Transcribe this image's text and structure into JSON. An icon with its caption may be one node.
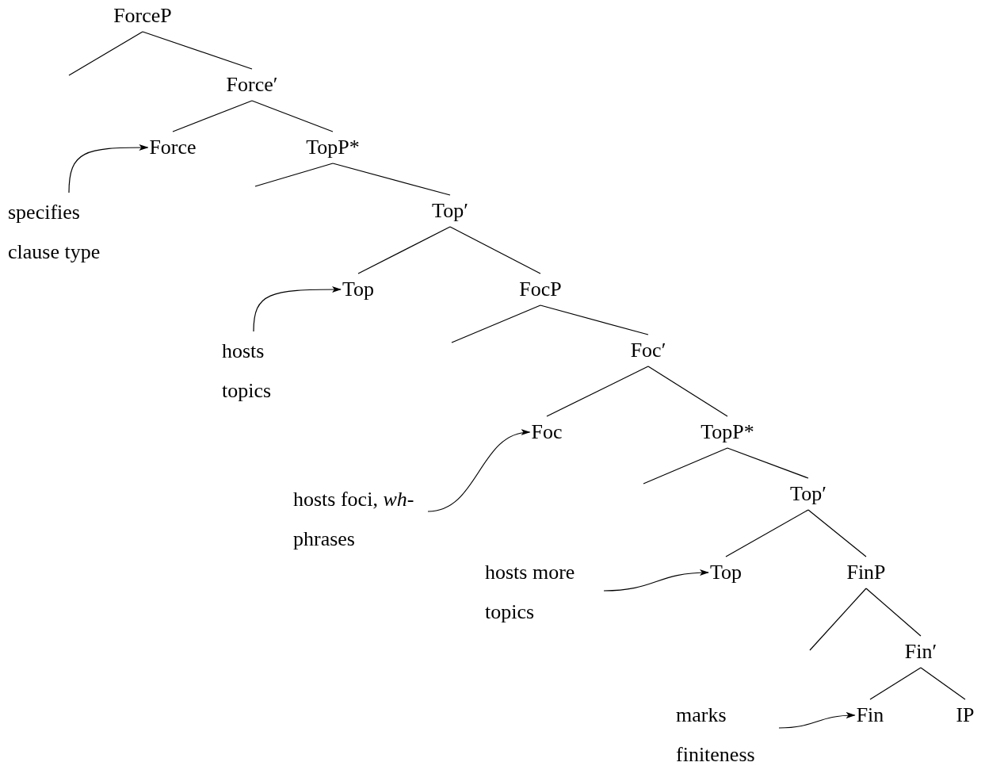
{
  "diagram": {
    "nodes": [
      {
        "text": [
          "ForceP"
        ]
      },
      {
        "text": [
          "Force′"
        ]
      },
      {
        "text": [
          "Force"
        ]
      },
      {
        "text": [
          "TopP*"
        ]
      },
      {
        "text": [
          "Top′"
        ]
      },
      {
        "text": [
          "Top"
        ]
      },
      {
        "text": [
          "FocP"
        ]
      },
      {
        "text": [
          "Foc′"
        ]
      },
      {
        "text": [
          "Foc"
        ]
      },
      {
        "text": [
          "TopP*"
        ]
      },
      {
        "text": [
          "Top′"
        ]
      },
      {
        "text": [
          "Top"
        ]
      },
      {
        "text": [
          "FinP"
        ]
      },
      {
        "text": [
          "Fin′"
        ]
      },
      {
        "text": [
          "Fin"
        ]
      },
      {
        "text": [
          "IP"
        ]
      },
      {
        "text": [
          "specifies clause type"
        ]
      },
      {
        "text": [
          "hosts topics"
        ]
      },
      {
        "text": [
          "hosts foci, *wh*-phrases"
        ]
      },
      {
        "text": [
          "hosts more topics"
        ]
      },
      {
        "text": [
          "marks finiteness"
        ]
      }
    ],
    "edges": [
      {
        "from": 0,
        "to": null,
        "arrow": "none"
      },
      {
        "from": 0,
        "to": 1,
        "arrow": "none"
      },
      {
        "from": 1,
        "to": 2,
        "arrow": "none"
      },
      {
        "from": 1,
        "to": 3,
        "arrow": "none"
      },
      {
        "from": 3,
        "to": null,
        "arrow": "none"
      },
      {
        "from": 3,
        "to": 4,
        "arrow": "none"
      },
      {
        "from": 4,
        "to": 5,
        "arrow": "none"
      },
      {
        "from": 4,
        "to": 6,
        "arrow": "none"
      },
      {
        "from": 6,
        "to": null,
        "arrow": "none"
      },
      {
        "from": 6,
        "to": 7,
        "arrow": "none"
      },
      {
        "from": 7,
        "to": 8,
        "arrow": "none"
      },
      {
        "from": 7,
        "to": 9,
        "arrow": "none"
      },
      {
        "from": 9,
        "to": null,
        "arrow": "none"
      },
      {
        "from": 9,
        "to": 10,
        "arrow": "none"
      },
      {
        "from": 10,
        "to": 11,
        "arrow": "none"
      },
      {
        "from": 10,
        "to": 12,
        "arrow": "none"
      },
      {
        "from": 12,
        "to": null,
        "arrow": "none"
      },
      {
        "from": 12,
        "to": 13,
        "arrow": "none"
      },
      {
        "from": 13,
        "to": 14,
        "arrow": "none"
      },
      {
        "from": 13,
        "to": 15,
        "arrow": "none"
      },
      {
        "from": 16,
        "to": 2,
        "arrow": "to"
      },
      {
        "from": 17,
        "to": 5,
        "arrow": "to"
      },
      {
        "from": 18,
        "to": 8,
        "arrow": "to"
      },
      {
        "from": 19,
        "to": 11,
        "arrow": "to"
      },
      {
        "from": 20,
        "to": 14,
        "arrow": "to"
      }
    ]
  }
}
